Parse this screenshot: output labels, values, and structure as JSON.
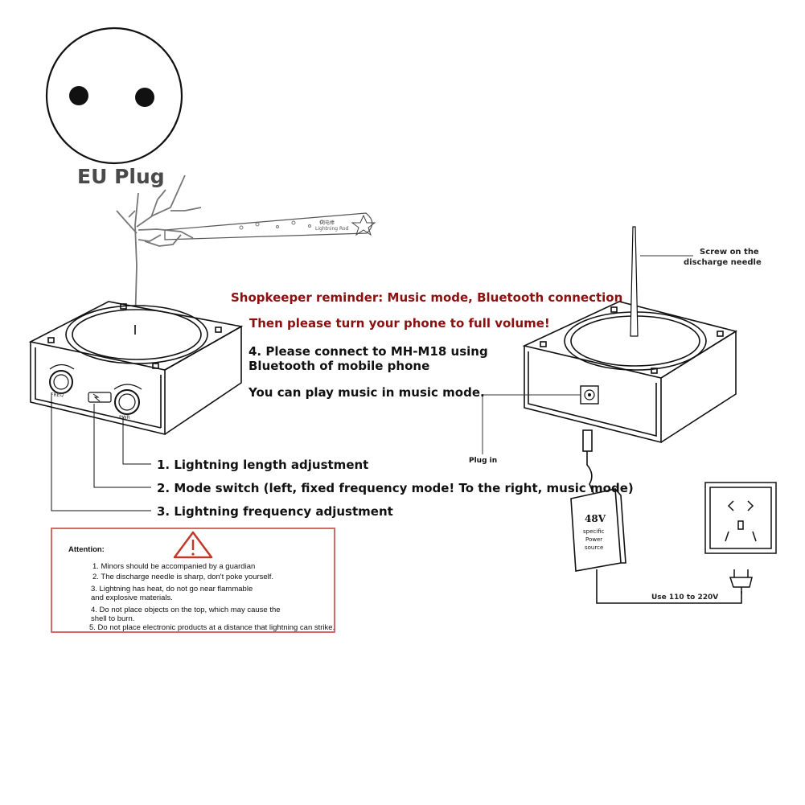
{
  "plug_label": "EU Plug",
  "rod_label": "Lightning Rod",
  "rod_brand": "闪电棒",
  "reminder": {
    "line1": "Shopkeeper reminder: Music mode, Bluetooth connection",
    "line2": "Then please turn your phone to full volume!"
  },
  "steps": {
    "step4_line1": "4. Please connect to MH-M18 using",
    "step4_line2": "Bluetooth of mobile phone",
    "music_note": "You can play music in music mode.",
    "step1": "1. Lightning length adjustment",
    "step2": "2. Mode switch (left, fixed frequency mode! To the right, music mode)",
    "step3": "3. Lightning frequency adjustment"
  },
  "device": {
    "knob_left_label": "FREQ",
    "knob_right_label": "PWR"
  },
  "right_diagram": {
    "screw_line1": "Screw on the",
    "screw_line2": "discharge needle",
    "plug_in": "Plug in",
    "psu_voltage": "48V",
    "psu_line1": "specific",
    "psu_line2": "Power",
    "psu_line3": "source",
    "mains": "Use 110 to 220V"
  },
  "attention": {
    "title": "Attention:",
    "items": [
      "1. Minors should be accompanied by a guardian",
      "2. The discharge needle is sharp, don't poke yourself.",
      "3. Lightning has heat, do not go near flammable",
      "and explosive materials.",
      "4. Do not place objects on the top, which may cause the",
      "shell to burn.",
      "5. Do not place electronic products at a distance that lightning can strike."
    ]
  },
  "colors": {
    "reminder_red": "#8b1010",
    "warning_border": "#d36a6a",
    "warning_icon": "#c0392b"
  }
}
